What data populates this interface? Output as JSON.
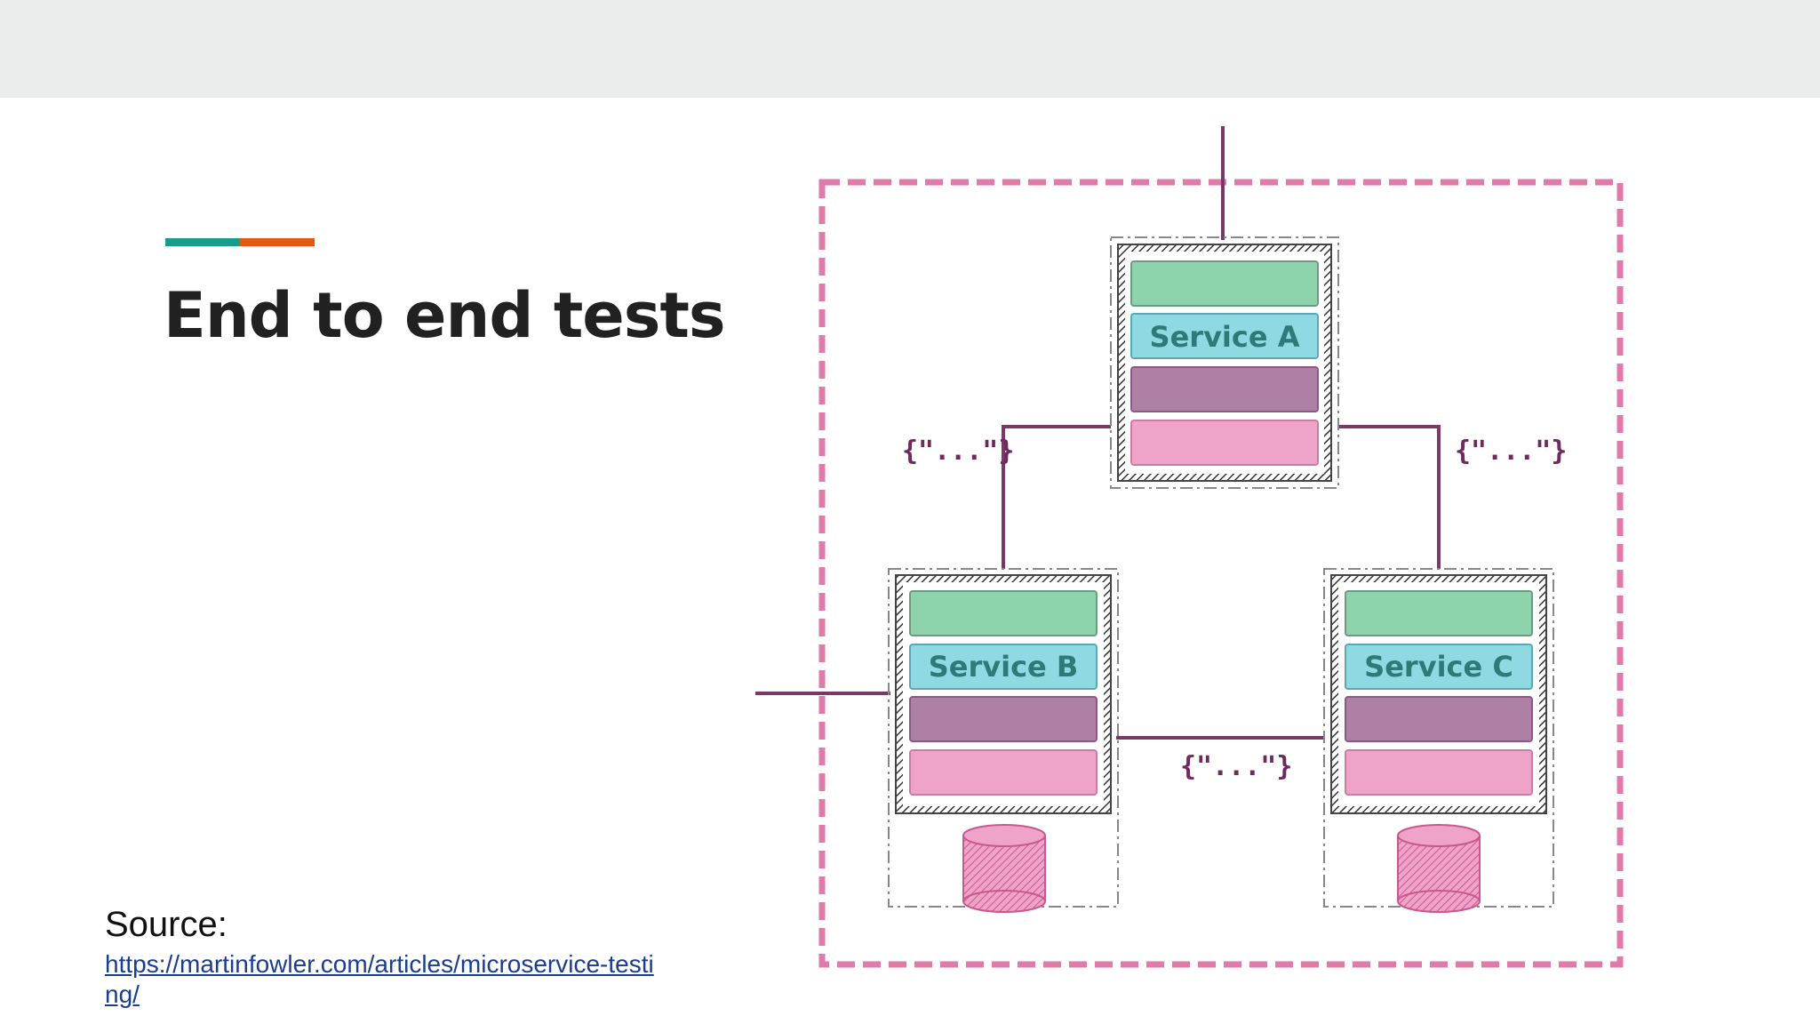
{
  "slide": {
    "title": "End to end tests",
    "accent_colors": [
      "#1a9c8a",
      "#e4580f"
    ]
  },
  "source": {
    "label": "Source:",
    "link": "https://martinfowler.com/articles/microservice-testing/"
  },
  "diagram": {
    "services": [
      {
        "id": "a",
        "label": "Service A"
      },
      {
        "id": "b",
        "label": "Service B"
      },
      {
        "id": "c",
        "label": "Service C"
      }
    ],
    "payloads": [
      "{\"...\"}",
      "{\"...\"}",
      "{\"...\"}"
    ],
    "colors": {
      "boundary": "#e07aab",
      "connector": "#7a3868",
      "layer_green": "#8fd3ac",
      "layer_cyan": "#8fd9e2",
      "layer_purple": "#ae80a6",
      "layer_pink": "#f0a3c8"
    }
  }
}
